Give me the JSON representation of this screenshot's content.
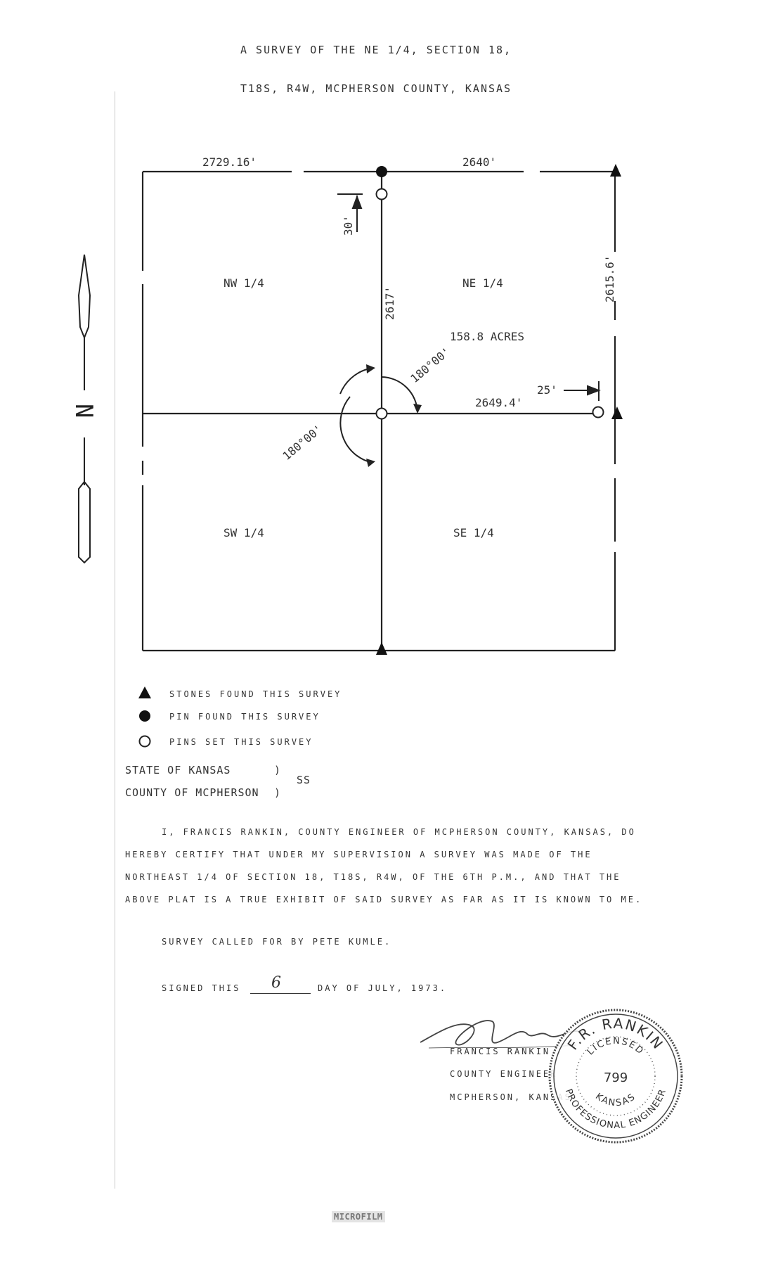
{
  "header": {
    "line1": "A SURVEY OF THE NE 1/4, SECTION 18,",
    "line2": "T18S, R4W, MCPHERSON COUNTY, KANSAS"
  },
  "plat": {
    "north_label": "N",
    "dim_top_left": "2729.16'",
    "dim_top_right": "2640'",
    "dim_right": "2615.6'",
    "dim_center_north": "2617'",
    "dim_center_east": "2649.4'",
    "offset_north": "30'",
    "offset_east": "25'",
    "angle_ne": "180°00'",
    "angle_sw": "180°00'",
    "area": "158.8 ACRES",
    "q_nw": "NW 1/4",
    "q_ne": "NE 1/4",
    "q_sw": "SW 1/4",
    "q_se": "SE 1/4"
  },
  "legend": {
    "stones": "STONES FOUND THIS SURVEY",
    "pin_found": "PIN FOUND THIS SURVEY",
    "pins_set": "PINS SET THIS SURVEY"
  },
  "venue": {
    "state": "STATE OF KANSAS",
    "county": "COUNTY OF MCPHERSON",
    "paren": ")",
    "ss": "SS"
  },
  "certificate": {
    "line1": "I, FRANCIS RANKIN, COUNTY ENGINEER OF MCPHERSON COUNTY, KANSAS, DO",
    "line2": "HEREBY CERTIFY THAT UNDER MY SUPERVISION A SURVEY WAS MADE OF THE",
    "line3": "NORTHEAST 1/4 OF SECTION 18, T18S, R4W, OF THE 6TH P.M., AND THAT THE",
    "line4": "ABOVE PLAT IS A TRUE EXHIBIT OF SAID SURVEY AS FAR AS IT IS KNOWN TO ME."
  },
  "called_for": "SURVEY CALLED FOR BY PETE KUMLE.",
  "signed": {
    "prefix": "SIGNED THIS",
    "day": "6",
    "suffix": "DAY OF JULY, 1973."
  },
  "signature_block": {
    "name": "FRANCIS RANKIN",
    "title": "COUNTY ENGINEER",
    "place": "MCPHERSON, KANSAS"
  },
  "seal": {
    "top_text": "F.R. RANKIN",
    "licensed": "LICENSED",
    "number": "799",
    "state": "KANSAS",
    "bottom_text": "PROFESSIONAL ENGINEER"
  },
  "stamp": "MICROFILM"
}
